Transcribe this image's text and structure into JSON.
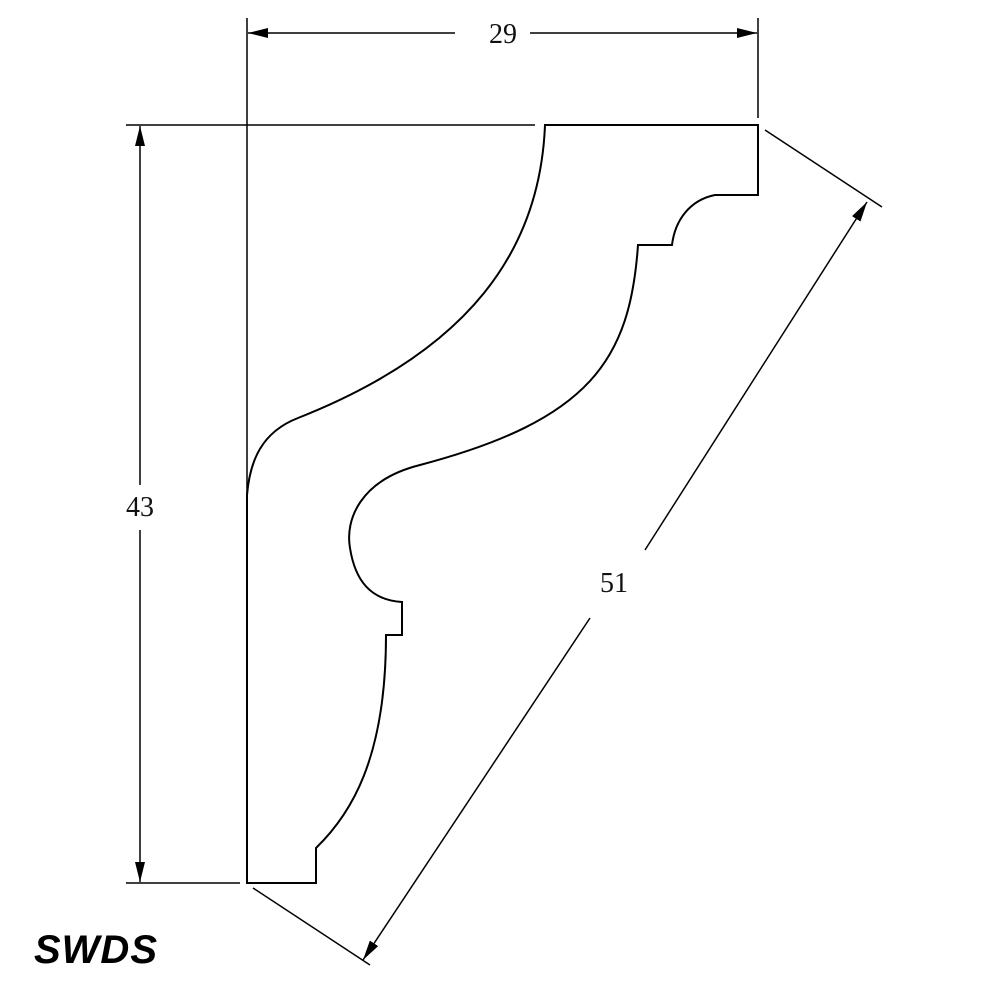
{
  "diagram": {
    "dimensions": {
      "width_label": "29",
      "height_label": "43",
      "diagonal_label": "51"
    },
    "brand_label": "SWDS",
    "colors": {
      "line": "#000000",
      "background": "#ffffff"
    }
  }
}
